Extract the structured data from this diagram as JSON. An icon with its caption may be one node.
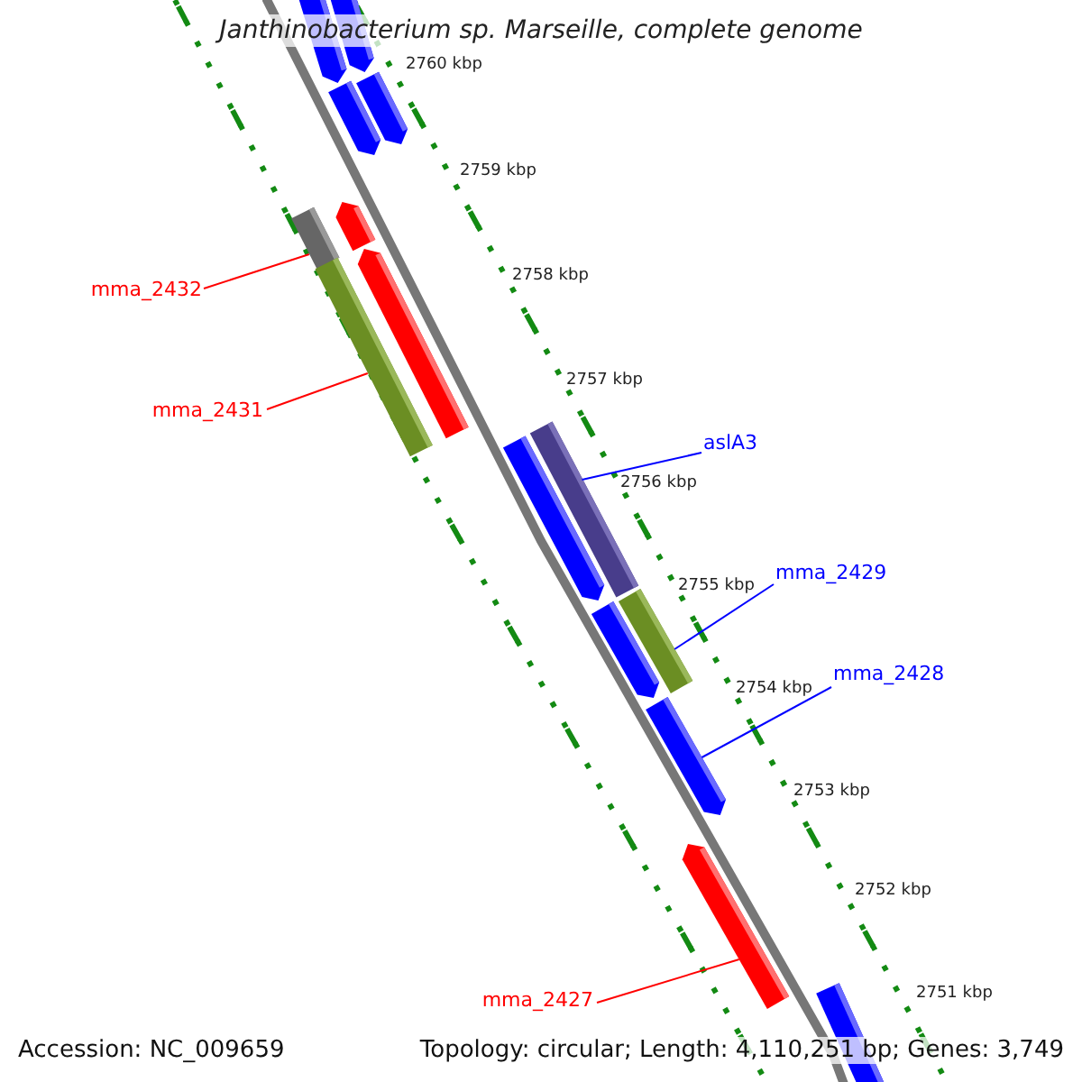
{
  "diagram": {
    "title": "Janthinobacterium sp. Marseille, complete genome",
    "nodes": [
      {
        "text": [
          "mma_2432"
        ]
      },
      {
        "text": [],
        "shape": "bar"
      },
      {
        "text": [
          "mma_2431"
        ]
      },
      {
        "text": [],
        "shape": "bar"
      },
      {
        "text": [
          "aslA3"
        ]
      },
      {
        "text": [],
        "shape": "bar"
      },
      {
        "text": [
          "mma_2429"
        ]
      },
      {
        "text": [],
        "shape": "bar"
      },
      {
        "text": [
          "mma_2428"
        ]
      },
      {
        "text": [],
        "shape": "bar"
      },
      {
        "text": [
          "mma_2427"
        ]
      },
      {
        "text": [],
        "shape": "bar"
      }
    ],
    "edges": [
      {
        "from": 0,
        "to": 1,
        "arrow": "none",
        "color": "#ff0000"
      },
      {
        "from": 2,
        "to": 3,
        "arrow": "none",
        "color": "#ff0000"
      },
      {
        "from": 4,
        "to": 5,
        "arrow": "none",
        "color": "#0000ff"
      },
      {
        "from": 6,
        "to": 7,
        "arrow": "none",
        "color": "#0000ff"
      },
      {
        "from": 8,
        "to": 9,
        "arrow": "none",
        "color": "#0000ff"
      },
      {
        "from": 10,
        "to": 11,
        "arrow": "none",
        "color": "#ff0000"
      }
    ],
    "labels": [
      "2760 kbp",
      "2759 kbp",
      "2758 kbp",
      "2757 kbp",
      "2756 kbp",
      "2755 kbp",
      "2754 kbp",
      "2753 kbp",
      "2752 kbp",
      "2751 kbp",
      "Accession: NC_009659",
      "Topology: circular; Length: 4,110,251 bp; Genes: 3,749"
    ]
  }
}
